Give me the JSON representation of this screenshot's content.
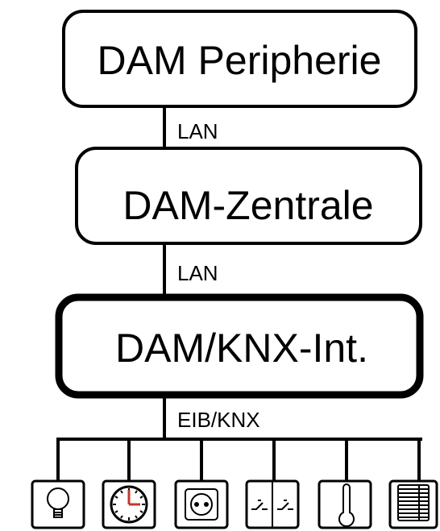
{
  "diagram": {
    "boxes": [
      {
        "id": "peripherie",
        "label": "DAM Peripherie"
      },
      {
        "id": "zentrale",
        "label": "DAM-Zentrale"
      },
      {
        "id": "interface",
        "label": "DAM/KNX-Int."
      }
    ],
    "links": [
      {
        "from": "peripherie",
        "to": "zentrale",
        "label": "LAN"
      },
      {
        "from": "zentrale",
        "to": "interface",
        "label": "LAN"
      },
      {
        "from": "interface",
        "to": "bus",
        "label": "EIB/KNX"
      }
    ],
    "devices": [
      {
        "icon": "light-bulb-icon"
      },
      {
        "icon": "clock-icon"
      },
      {
        "icon": "power-socket-icon"
      },
      {
        "icon": "switch-icon"
      },
      {
        "icon": "thermometer-icon"
      },
      {
        "icon": "blinds-icon"
      }
    ],
    "colors": {
      "stroke": "#000000",
      "clock_hands": "#c0392b",
      "background": "#ffffff"
    }
  }
}
